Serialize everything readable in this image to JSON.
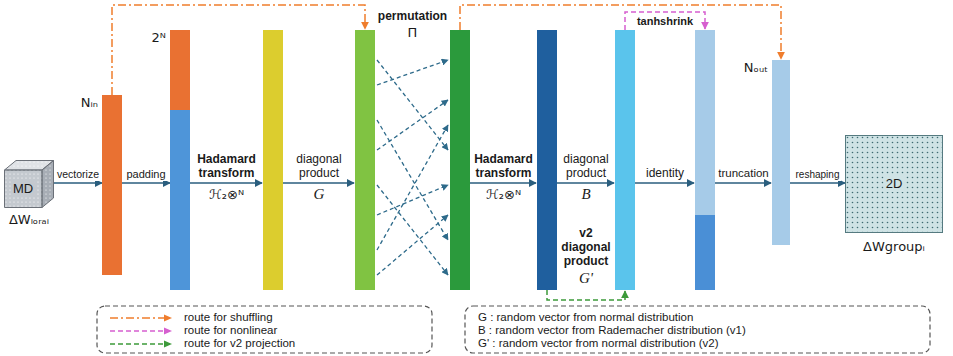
{
  "diagram": {
    "nodes": [
      {
        "text": [
          "MD",
          "ΔWₗₒᵣₐᵢ"
        ]
      },
      {
        "text": [
          "Nᵢₙ"
        ]
      },
      {
        "text": [
          "2ᴺ"
        ]
      },
      {
        "text": [
          "Nₒᵤₜ"
        ]
      },
      {
        "text": [
          "2D",
          "ΔWgroupᵢ"
        ]
      }
    ],
    "edges": [
      {
        "from": 0,
        "to": 1,
        "arrow": "to",
        "label": "vectorize"
      },
      {
        "from": 1,
        "to": 2,
        "arrow": "to",
        "label": "padding"
      },
      {
        "from": 3,
        "to": 4,
        "arrow": "to",
        "label": "reshaping"
      }
    ],
    "labels": [
      "Hadamard transform",
      "ℋ₂⊗ᴺ",
      "diagonal product",
      "G",
      "permutation",
      "Π",
      "Hadamard transform",
      "ℋ₂⊗ᴺ",
      "diagonal product",
      "B",
      "v2 diagonal product",
      "G'",
      "identity",
      "tanhshrink",
      "truncation",
      "G : random vector from normal distribution",
      "B : random vector from Rademacher distribution (v1)",
      "G' : random vector from normal distribution (v2)"
    ],
    "legend": [
      {
        "text": "route for shuffling"
      },
      {
        "text": "route for nonlinear"
      },
      {
        "text": "route for v2 projection"
      }
    ]
  }
}
